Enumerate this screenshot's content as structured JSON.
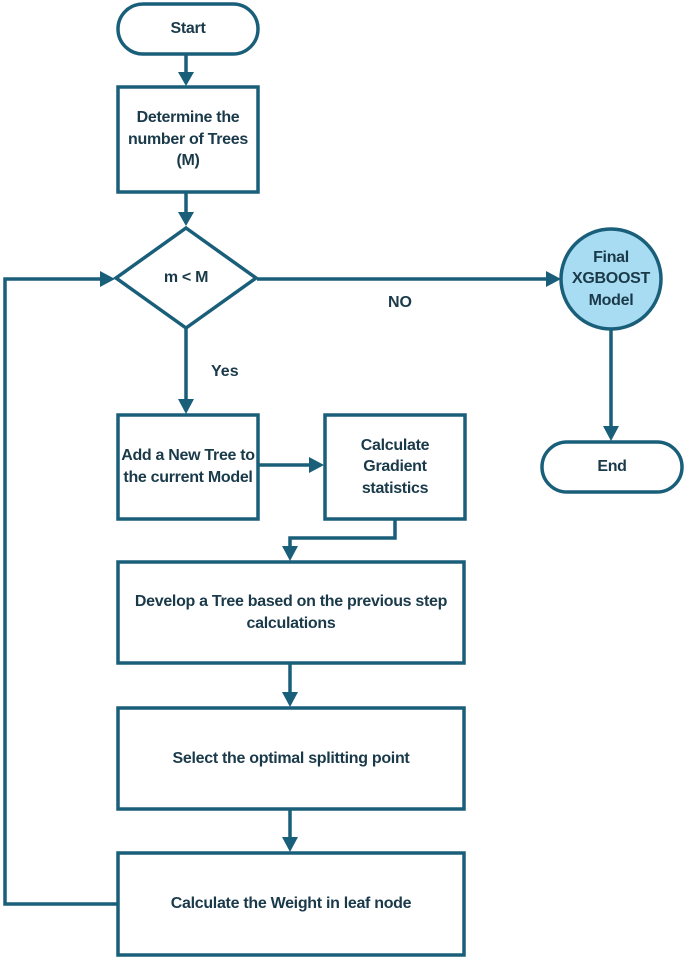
{
  "diagram": {
    "nodes": {
      "start": "Start",
      "determine": "Determine the number of Trees (M)",
      "decision": "m < M",
      "final_model": "Final XGBOOST Model",
      "end": "End",
      "add_tree": "Add a New Tree to the current Model",
      "gradient": "Calculate Gradient statistics",
      "develop": "Develop a Tree based on the previous step calculations",
      "split": "Select the optimal splitting point",
      "weight": "Calculate the Weight in leaf node"
    },
    "edges": {
      "no": "NO",
      "yes": "Yes"
    },
    "colors": {
      "stroke": "#1a5f7a",
      "final_fill": "#a8dcf2",
      "text": "#1a3a4a"
    }
  }
}
